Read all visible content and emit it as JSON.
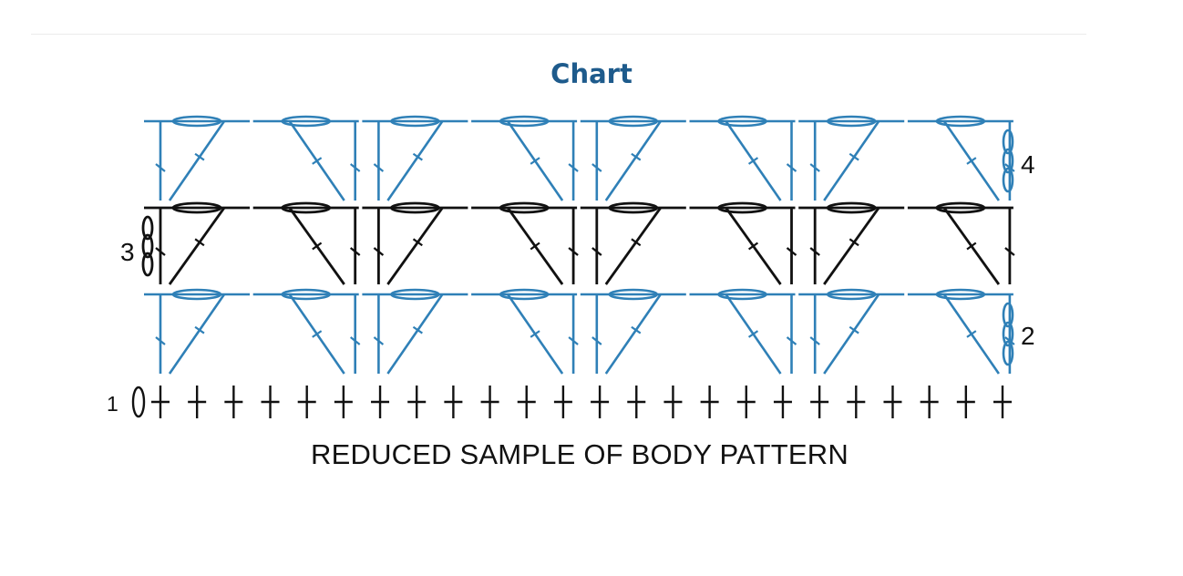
{
  "title": "Chart",
  "caption": "REDUCED SAMPLE OF BODY PATTERN",
  "row_labels": {
    "row1": "1",
    "row2": "2",
    "row3": "3",
    "row4": "4"
  },
  "colors": {
    "title": "#1e5b8c",
    "blue_rows": "#2f80b7",
    "black_rows": "#111111"
  },
  "pattern": {
    "foundation_stitch_count": 24,
    "repeats_per_row": 8,
    "rows": [
      {
        "label": "1",
        "color": "black",
        "stitch": "single crochet"
      },
      {
        "label": "2",
        "color": "blue",
        "stitch": "V shell",
        "turning_chain": "right"
      },
      {
        "label": "3",
        "color": "black",
        "stitch": "V shell",
        "turning_chain": "left"
      },
      {
        "label": "4",
        "color": "blue",
        "stitch": "V shell",
        "turning_chain": "right"
      }
    ]
  }
}
